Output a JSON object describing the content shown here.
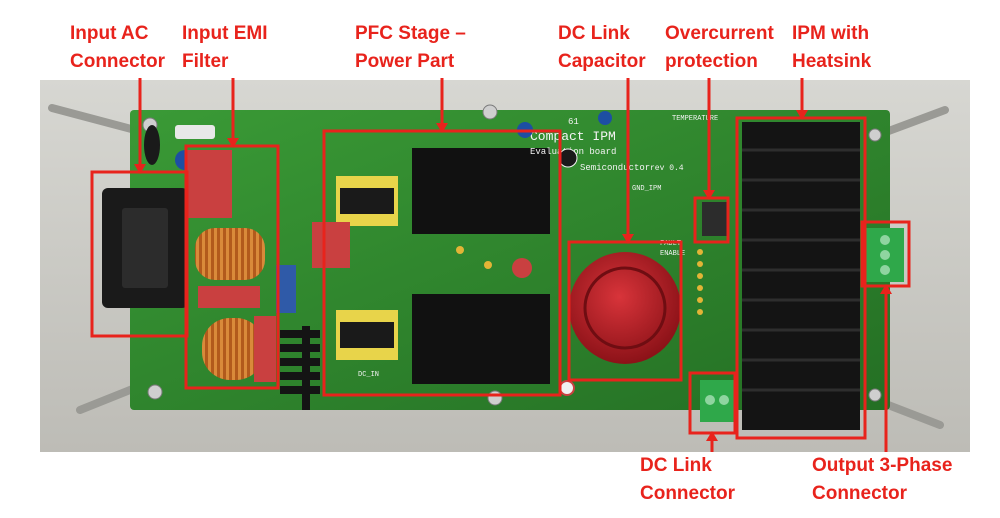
{
  "labels": {
    "input_ac": [
      "Input AC",
      "Connector"
    ],
    "input_emi": [
      "Input EMI",
      "Filter"
    ],
    "pfc_stage": [
      "PFC Stage –",
      "Power Part"
    ],
    "dc_link_cap": [
      "DC Link",
      "Capacitor"
    ],
    "overcurrent": [
      "Overcurrent",
      "protection"
    ],
    "ipm": [
      "IPM with",
      "Heatsink"
    ],
    "dc_link_conn": [
      "DC Link",
      "Connector"
    ],
    "output_3ph": [
      "Output 3-Phase",
      "Connector"
    ]
  },
  "board_text": {
    "title": "Compact IPM",
    "subtitle": "Evaluation board",
    "maker": "Semiconductor",
    "rev": "rev 0.4",
    "board_number": "61",
    "temp": "TEMPERATURE",
    "gnd": "GND_IPM",
    "dc_in": "DC_IN",
    "fault": "FAULT",
    "enable": "ENABLE"
  },
  "colors": {
    "annotation_red": "#e8231c",
    "pcb_green": "#2f8a2e",
    "heatsink_black": "#141414",
    "capacitor_red": "#c3232a",
    "choke_yellow": "#e8d44a"
  }
}
